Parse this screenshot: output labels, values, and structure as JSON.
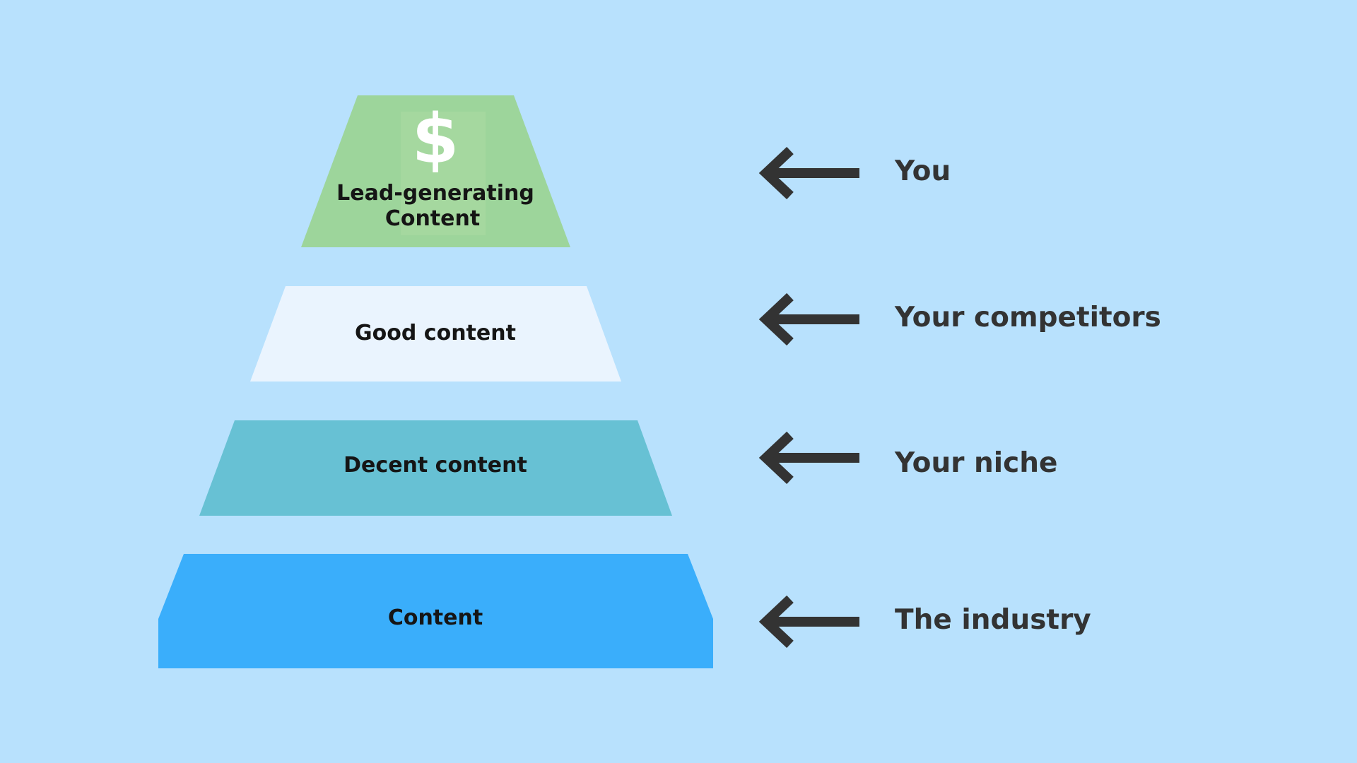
{
  "pyramid": {
    "tiers": [
      {
        "lines": [
          "Lead-generating",
          "Content"
        ],
        "color": "#9dd59b",
        "icon": "dollar-icon",
        "icon_text": "$"
      },
      {
        "lines": [
          "Good content"
        ],
        "color": "#eaf4fe"
      },
      {
        "lines": [
          "Decent content"
        ],
        "color": "#67c1d4"
      },
      {
        "lines": [
          "Content"
        ],
        "color": "#3aaefb"
      }
    ]
  },
  "labels": [
    "You",
    "Your competitors",
    "Your niche",
    "The industry"
  ],
  "arrow_color": "#333333"
}
